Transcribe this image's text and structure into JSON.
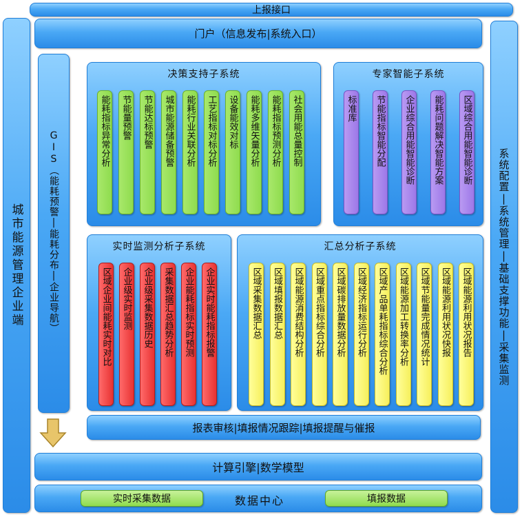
{
  "top_bar": "上报接口",
  "portal": "门户（信息发布|系统入口）",
  "left_side": "城市能源管理企业端",
  "right_side": "系统配置|系统管理|基础支撑功能|采集监测",
  "gis": "GIS（能耗预警|能耗分布|企业导航）",
  "decision": {
    "title": "决策支持子系统",
    "items": [
      "能耗指标异常分析",
      "节能量预警",
      "节能达标预警",
      "城市能源储备预警",
      "能耗行业关联分析",
      "工艺指标对标分析",
      "设备能效对标",
      "能耗多维矢量分析",
      "能耗指标预测分析",
      "社会用能总量控制"
    ]
  },
  "expert": {
    "title": "专家智能子系统",
    "items": [
      "标准库",
      "节能指标智能分配",
      "企业综合用能智能诊断",
      "能耗问题解决智能方案",
      "区域综合用能智能诊断"
    ]
  },
  "realtime": {
    "title": "实时监测分析子系统",
    "items": [
      "区域企业间能耗实时对比",
      "企业级实时监测",
      "企业级采集数据历史",
      "采集数据汇总趋势分析",
      "企业能耗指标实时预测",
      "企业实时能耗指标报警"
    ]
  },
  "summary": {
    "title": "汇总分析子系统",
    "items": [
      "区域采集数据汇总",
      "区域填报数据汇总",
      "区域能源消费结构分析",
      "区域重点指标综合分析",
      "区域碳排放量数据分析",
      "区域经济指标运行分析",
      "区域产品单耗指标综合分析",
      "区域能源加工转换率分析",
      "区域节能量完成情况统计",
      "区域能源利用状况快报",
      "区域能源利用状况报告"
    ]
  },
  "report_bar": "报表审核|填报情况跟踪|填报提醒与催报",
  "compute_bar": "计算引擎|数学模型",
  "data_center": {
    "label": "数据中心",
    "realtime_btn": "实时采集数据",
    "fill_btn": "填报数据"
  }
}
